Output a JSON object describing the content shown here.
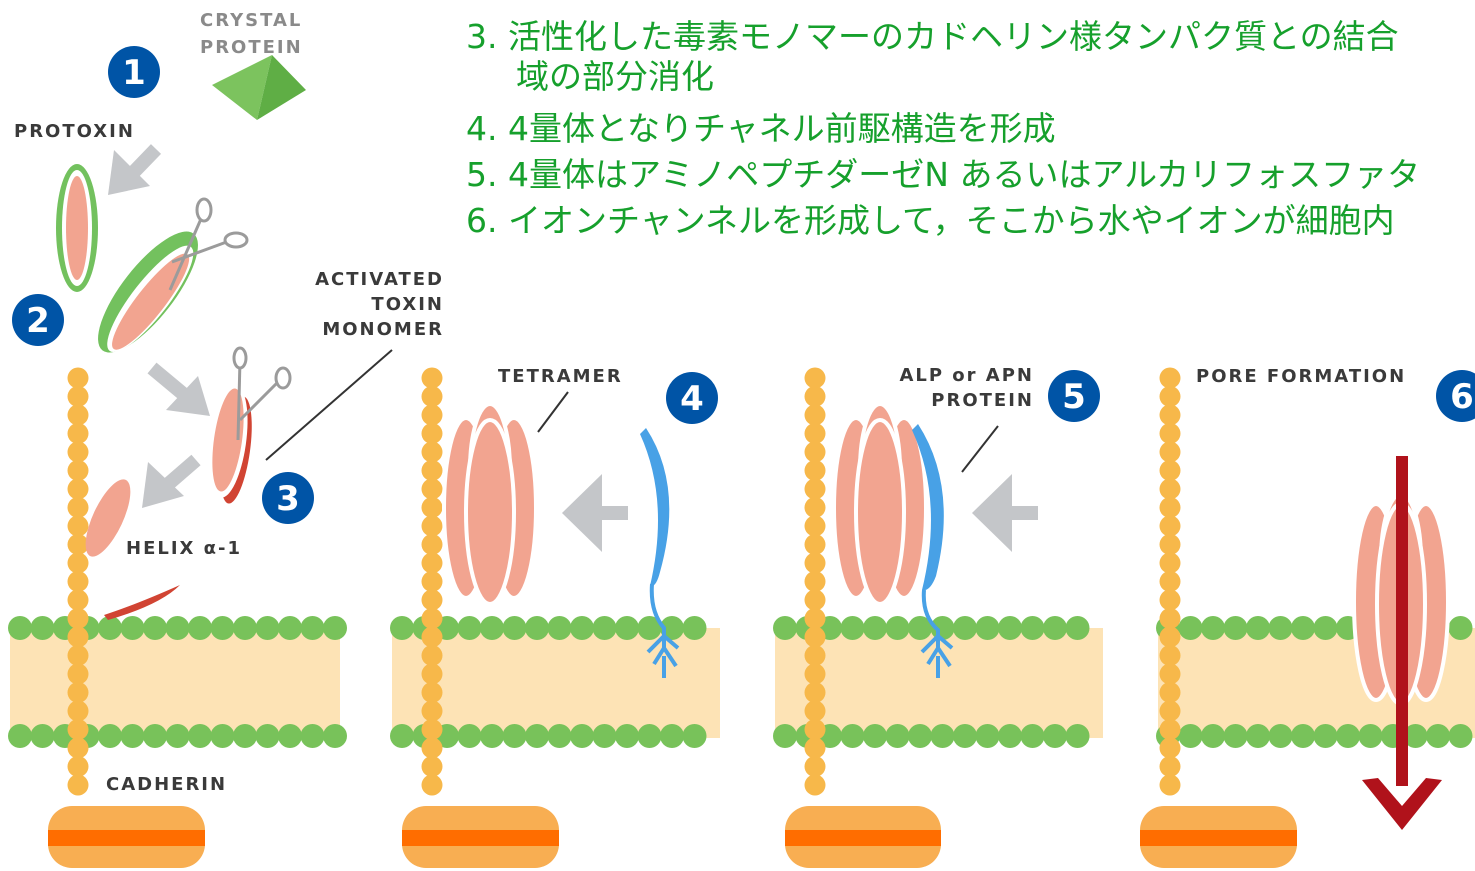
{
  "steps_text": {
    "step3_line1": "3.  活性化した毒素モノマーのカドヘリン様タンパク質との結合",
    "step3_line2": "域の部分消化",
    "step4": "4.  4量体となりチャネル前駆構造を形成",
    "step5": "5.  4量体はアミノペプチダーゼN あるいはアルカリフォスファタ",
    "step6": "6.  イオンチャンネルを形成して，そこから水やイオンが細胞内"
  },
  "labels": {
    "crystal_line1": "CRYSTAL",
    "crystal_line2": "PROTEIN",
    "protoxin": "PROTOXIN",
    "activated_line1": "ACTIVATED",
    "activated_line2": "TOXIN",
    "activated_line3": "MONOMER",
    "helix": "HELIX α-1",
    "cadherin": "CADHERIN",
    "tetramer": "TETRAMER",
    "alp_line1": "ALP or APN",
    "alp_line2": "PROTEIN",
    "pore": "PORE FORMATION"
  },
  "badges": {
    "b1": "1",
    "b2": "2",
    "b3": "3",
    "b4": "4",
    "b5": "5",
    "b6": "6"
  },
  "colors": {
    "membrane_band": "#fde3b5",
    "lipid_head": "#78c25a",
    "cadherin_bead": "#f7b84a",
    "anchor_body": "#f8ae52",
    "anchor_stripe": "#ff6d00",
    "toxin": "#f2a490",
    "protoxin_coat": "#73c15e",
    "helix_red": "#d14433",
    "receptor_blue": "#48a1e6",
    "arrow_grey": "#c4c6c9",
    "badge_blue": "#0054a6",
    "step_text_green": "#16a02c",
    "pore_arrow": "#b0121b"
  }
}
